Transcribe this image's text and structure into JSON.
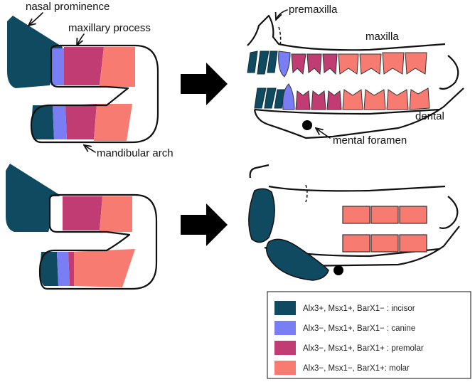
{
  "labels": {
    "nasal": "nasal prominence",
    "maxillary": "maxillary process",
    "mandibular": "mandibular arch",
    "premaxilla": "premaxilla",
    "maxilla": "maxilla",
    "dental": "dental",
    "mental": "mental foramen"
  },
  "legend": [
    {
      "text": "Alx3+, Msx1+, BarX1− : incisor",
      "color": "#0f4a60",
      "key": "incisor"
    },
    {
      "text": "Alx3−, Msx1+, BarX1− : canine",
      "color": "#7a7ef5",
      "key": "canine"
    },
    {
      "text": "Alx3−, Msx1+, BarX1+ : premolar",
      "color": "#c23c74",
      "key": "premolar"
    },
    {
      "text": "Alx3−, Msx1−, BarX1+: molar",
      "color": "#f87b72",
      "key": "molar"
    }
  ],
  "colors": {
    "incisor": "#0f4a60",
    "canine": "#7a7ef5",
    "premolar": "#c23c74",
    "molar": "#f87b72",
    "arrow": "#000000"
  }
}
